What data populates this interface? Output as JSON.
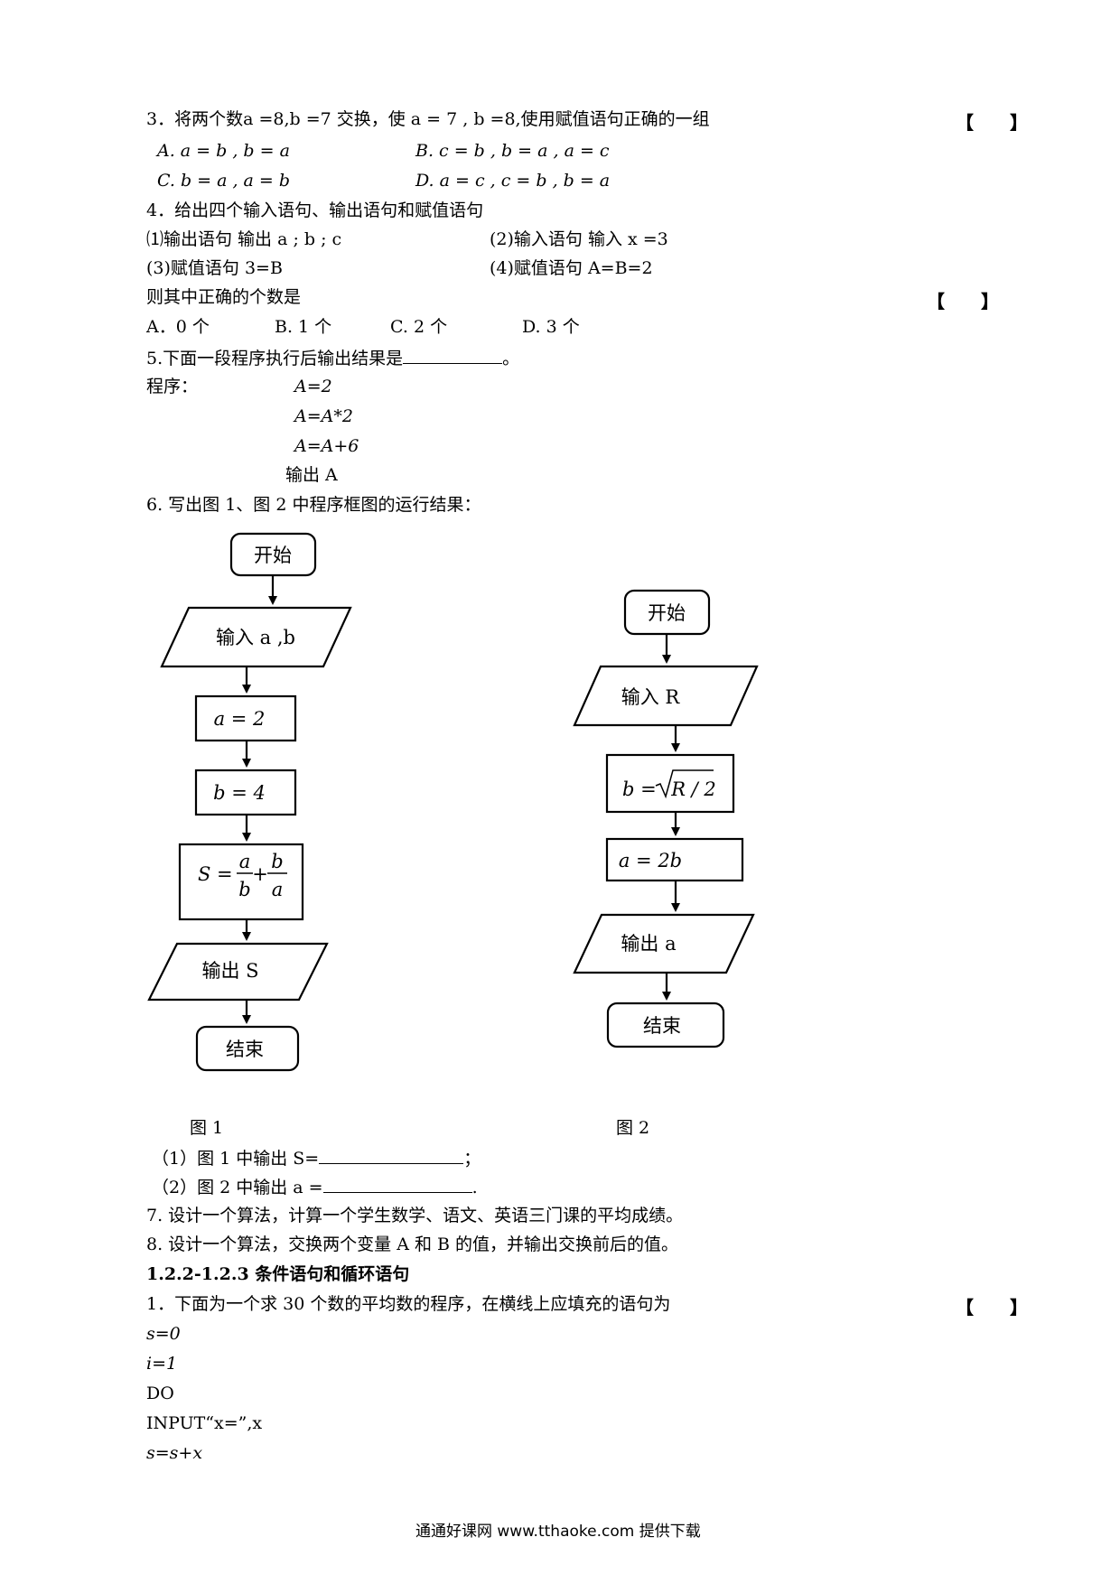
{
  "q3": {
    "stem": "3．将两个数a =8,b =7 交换，使 a = 7 , b =8,使用赋值语句正确的一组",
    "bracket": "【　　】",
    "optA": "A.  a = b , b = a",
    "optB": "B.  c = b , b = a , a = c",
    "optC": "C.  b = a , a = b",
    "optD": "D.  a = c , c = b , b = a"
  },
  "q4": {
    "stem": "4．给出四个输入语句、输出语句和赋值语句",
    "s1": "⑴输出语句   输出  a ; b ; c",
    "s2": "(2)输入语句     输入  x =3",
    "s3": "(3)赋值语句    3=B",
    "s4": "(4)赋值语句    A=B=2",
    "question": "则其中正确的个数是",
    "bracket": "【　　】",
    "optA": "A．0 个",
    "optB": "B. 1 个",
    "optC": "C.   2 个",
    "optD": "D.   3 个"
  },
  "q5": {
    "stem": "5.下面一段程序执行后输出结果是",
    "end": "。",
    "label": "程序：",
    "line1": "A=2",
    "line2": "A=A*2",
    "line3": "A=A+6",
    "line4": "输出  A"
  },
  "q6": {
    "stem": "6. 写出图 1、图 2 中程序框图的运行结果：",
    "fig1": {
      "start": "开始",
      "input": "输入 a ,b",
      "assign1": "a = 2",
      "assign2": "b = 4",
      "formula_s": "S =",
      "frac1_num": "a",
      "frac1_den": "b",
      "plus": "+",
      "frac2_num": "b",
      "frac2_den": "a",
      "output": "输出 S",
      "end": "结束",
      "caption": "图  1"
    },
    "fig2": {
      "start": "开始",
      "input": "输入 R",
      "formula_b": "b =",
      "radicand": "R / 2",
      "assign": "a = 2b",
      "output": "输出 a",
      "end": "结束",
      "caption": "图  2"
    },
    "ans1": "（1）图 1 中输出 S=",
    "ans1_end": "；",
    "ans2": "（2）图 2 中输出 a =",
    "ans2_end": "."
  },
  "q7": "7. 设计一个算法，计算一个学生数学、语文、英语三门课的平均成绩。",
  "q8": "8. 设计一个算法，交换两个变量 A 和 B 的值，并输出交换前后的值。",
  "section": "1.2.2-1.2.3 条件语句和循环语句",
  "s1": {
    "stem": "1．下面为一个求 30 个数的平均数的程序，在横线上应填充的语句为",
    "bracket": "【　　】",
    "code": [
      "s=0",
      "i=1",
      "DO",
      "INPUT“x=”,x",
      "s=s+x"
    ]
  },
  "footer": "通通好课网  www.tthaoke.com  提供下载"
}
